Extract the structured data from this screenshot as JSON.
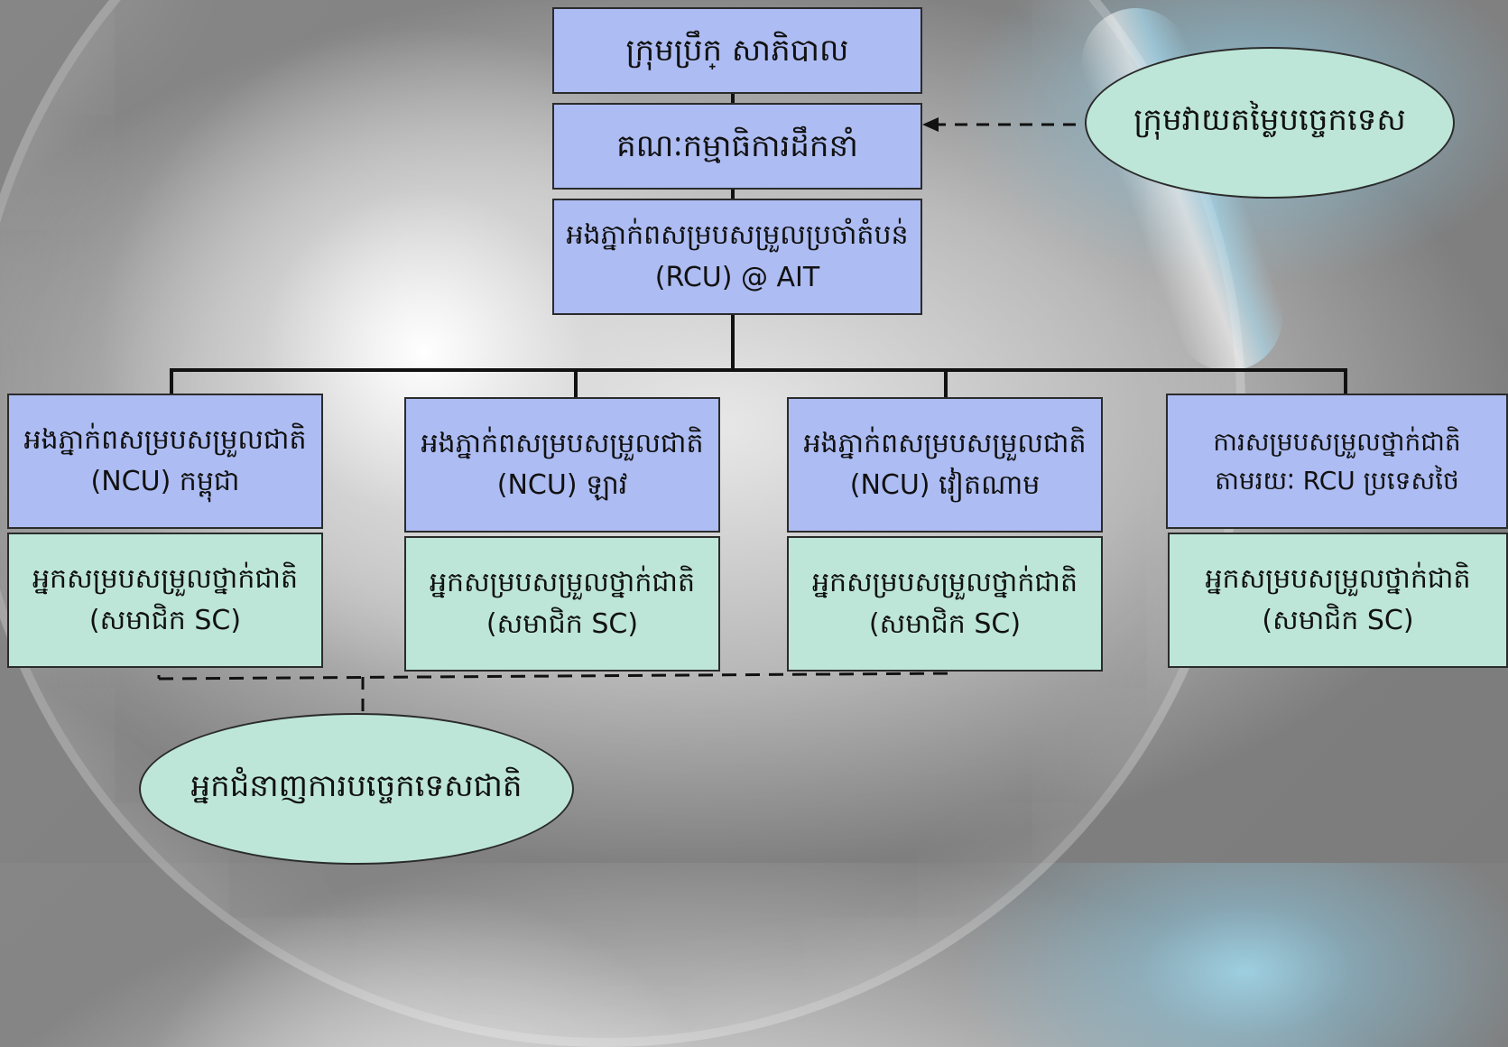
{
  "board": {
    "label": "ក្រុមប្រឹក្ សាភិបាល"
  },
  "steering": {
    "label": "គណៈកម្មាធិការដឹកនាំ"
  },
  "rcu": {
    "line1": "អងភ្នាក់ពសម្របសម្រួលប្រចាំតំបន់",
    "line2": "(RCU) @ AIT"
  },
  "reviewers": {
    "label": "ក្រុមវាយតម្លៃបច្ចេកទេស"
  },
  "experts": {
    "label": "អ្នកជំនាញការបច្ចេកទេសជាតិ"
  },
  "countries": [
    {
      "ncu_line1": "អងភ្នាក់ពសម្របសម្រួលជាតិ",
      "ncu_line2": "(NCU) កម្ពុជា",
      "coord_line1": "អ្នកសម្របសម្រួលថ្នាក់ជាតិ",
      "coord_line2": "(សមាជិក SC)"
    },
    {
      "ncu_line1": "អងភ្នាក់ពសម្របសម្រួលជាតិ",
      "ncu_line2": "(NCU) ឡាវ",
      "coord_line1": "អ្នកសម្របសម្រួលថ្នាក់ជាតិ",
      "coord_line2": "(សមាជិក SC)"
    },
    {
      "ncu_line1": "អងភ្នាក់ពសម្របសម្រួលជាតិ",
      "ncu_line2": "(NCU) វៀតណាម",
      "coord_line1": "អ្នកសម្របសម្រួលថ្នាក់ជាតិ",
      "coord_line2": "(សមាជិក SC)"
    },
    {
      "ncu_line1": "ការសម្របសម្រួលថ្នាក់ជាតិ",
      "ncu_line2": "តាមរយៈ RCU ប្រទេសថៃ",
      "coord_line1": "អ្នកសម្របសម្រួលថ្នាក់ជាតិ",
      "coord_line2": "(សមាជិក SC)"
    }
  ],
  "colors": {
    "unit_box": "#adbcf2",
    "coordinator_box": "#bde6d8",
    "line": "#111111"
  }
}
